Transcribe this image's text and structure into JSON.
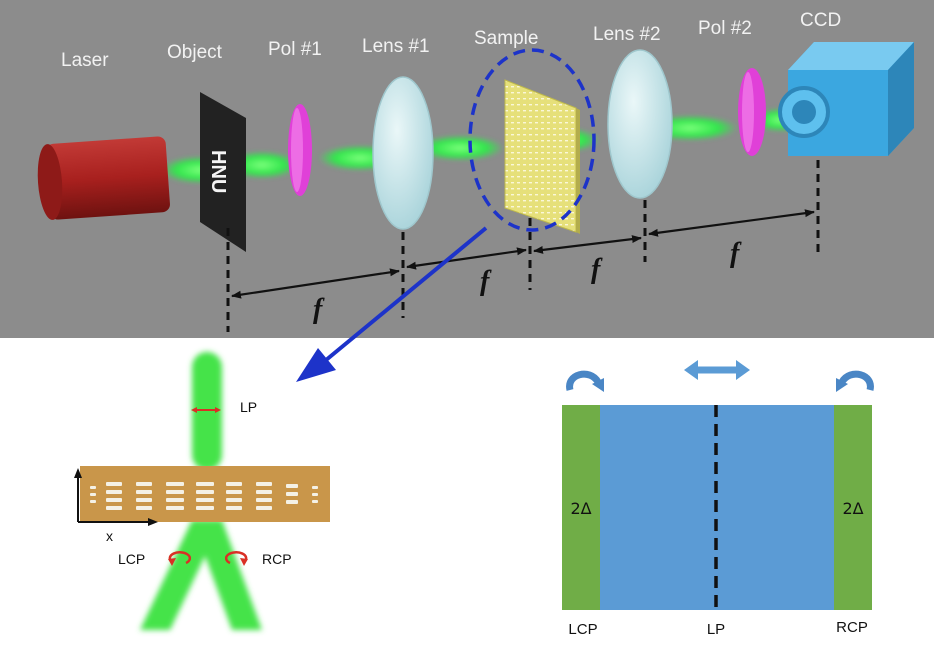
{
  "setup": {
    "components": [
      {
        "id": "laser",
        "label": "Laser"
      },
      {
        "id": "object",
        "label": "Object"
      },
      {
        "id": "pol1",
        "label": "Pol #1"
      },
      {
        "id": "lens1",
        "label": "Lens #1"
      },
      {
        "id": "sample",
        "label": "Sample"
      },
      {
        "id": "lens2",
        "label": "Lens #2"
      },
      {
        "id": "pol2",
        "label": "Pol #2"
      },
      {
        "id": "ccd",
        "label": "CCD"
      }
    ],
    "object_text": "HNU",
    "focal_symbol": "f"
  },
  "beam_split": {
    "input_label": "LP",
    "left_label": "LCP",
    "right_label": "RCP",
    "axis_label": "x"
  },
  "phase_panel": {
    "left_value": "2Δ",
    "right_value": "2Δ",
    "bottom_left": "LCP",
    "bottom_mid": "LP",
    "bottom_right": "RCP"
  },
  "colors": {
    "top_background": "#8c8c8c",
    "beam": "#33e64d",
    "laser": "#a8201e",
    "polarizer": "#e040d8",
    "lens": "#bfe1e6",
    "sample": "#e6e07a",
    "ccd": "#3ba7e0",
    "highlight": "#1d33c9",
    "panel_blue": "#5b9bd5",
    "panel_green": "#70ad47",
    "metasurface": "#c9964a"
  }
}
